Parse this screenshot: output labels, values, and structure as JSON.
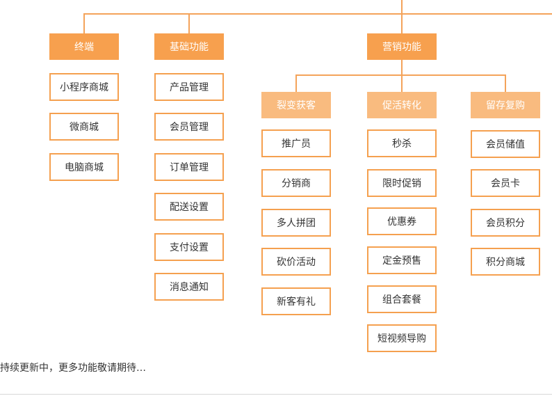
{
  "diagram": {
    "terminal": {
      "title": "终端",
      "items": [
        "小程序商城",
        "微商城",
        "电脑商城"
      ]
    },
    "basic": {
      "title": "基础功能",
      "items": [
        "产品管理",
        "会员管理",
        "订单管理",
        "配送设置",
        "支付设置",
        "消息通知"
      ]
    },
    "marketing": {
      "title": "营销功能",
      "groups": [
        {
          "title": "裂变获客",
          "items": [
            "推广员",
            "分销商",
            "多人拼团",
            "砍价活动",
            "新客有礼"
          ]
        },
        {
          "title": "促活转化",
          "items": [
            "秒杀",
            "限时促销",
            "优惠券",
            "定金预售",
            "组合套餐",
            "短视频导购"
          ]
        },
        {
          "title": "留存复购",
          "items": [
            "会员储值",
            "会员卡",
            "会员积分",
            "积分商城"
          ]
        }
      ]
    }
  },
  "footer": {
    "text": "持续更新中，更多功能敬请期待…"
  },
  "colors": {
    "head": "#f7a04e",
    "head_light": "#f9bb7f",
    "border": "#f5a04f",
    "line": "#f4a35a",
    "text": "#333333"
  }
}
